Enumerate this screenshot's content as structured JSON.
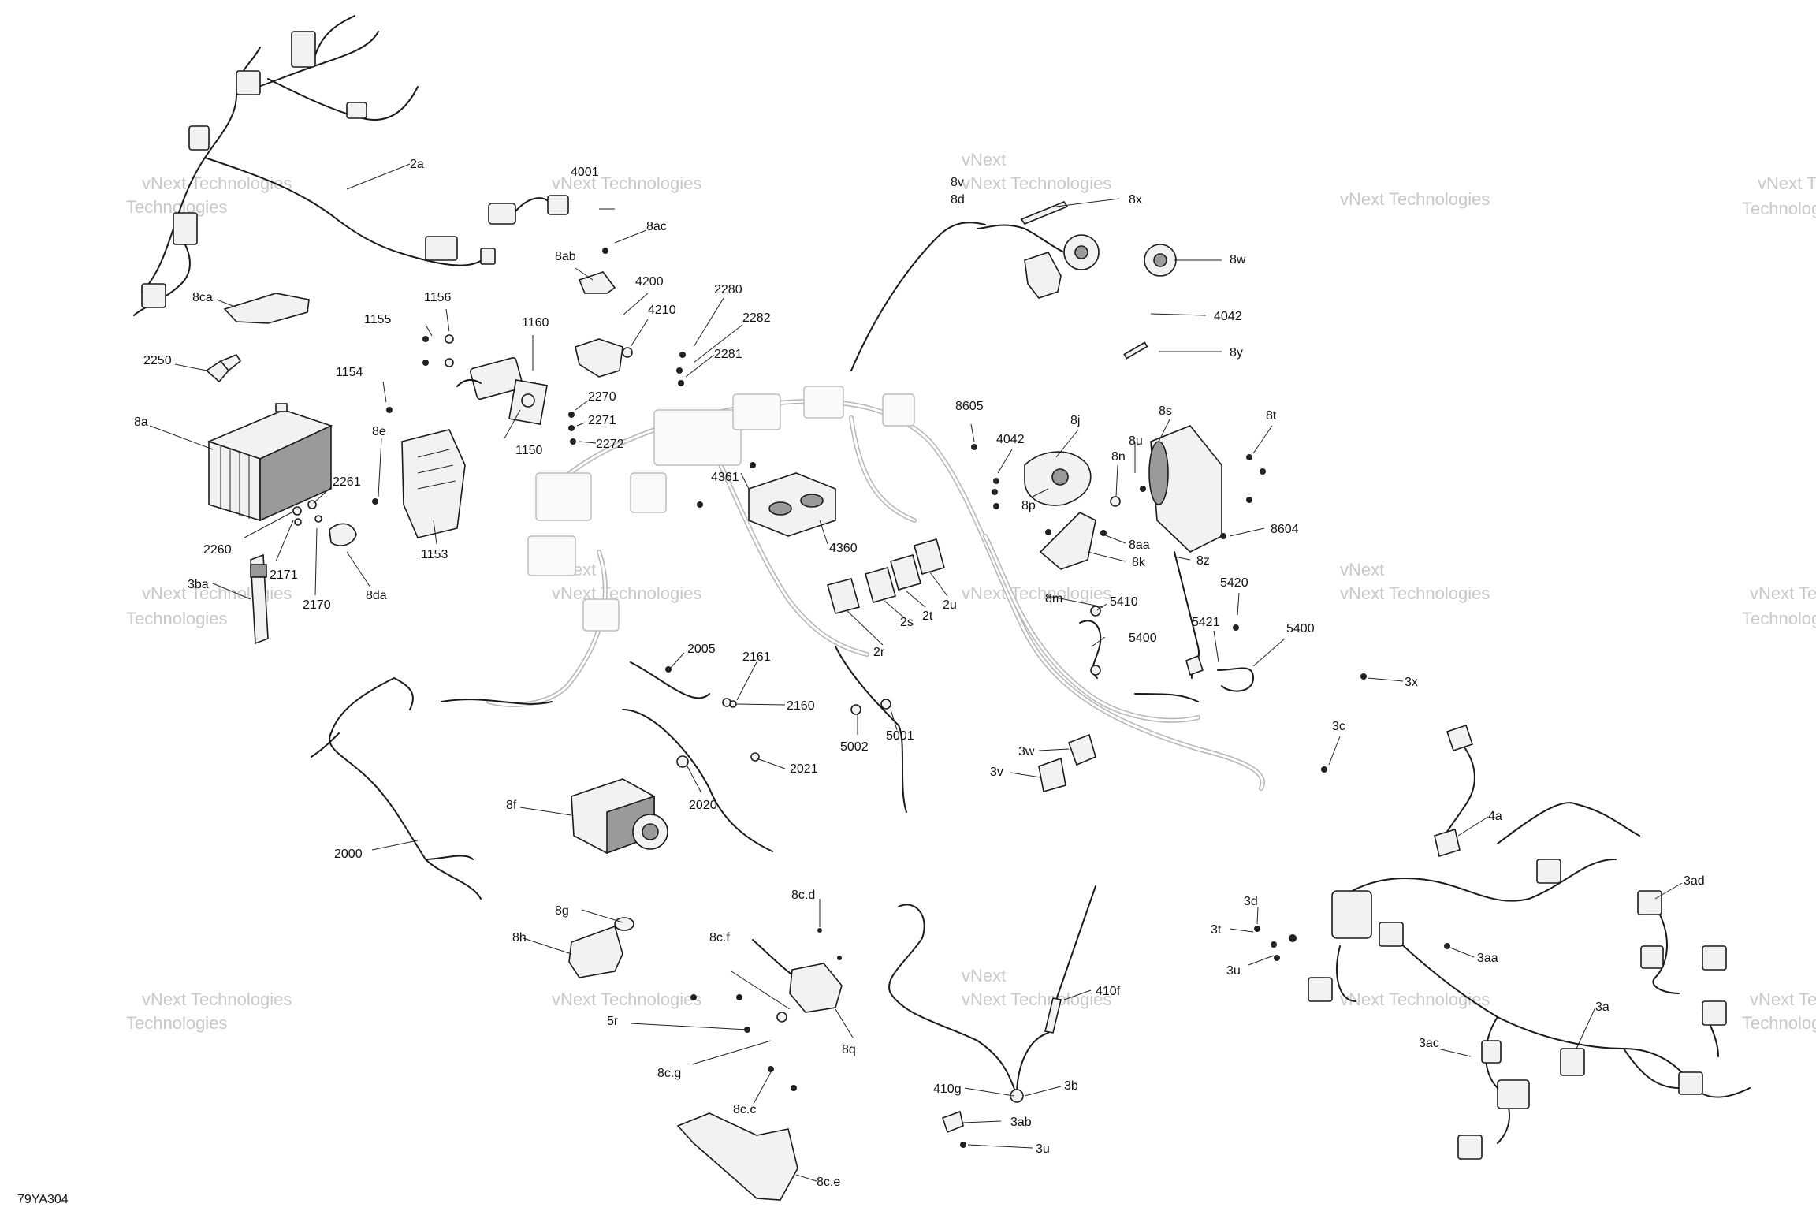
{
  "diagram_code": "79YA304",
  "watermark": {
    "line1": "vNext Technologies",
    "line2": "Technologies",
    "line3": "vNext"
  },
  "callouts": [
    {
      "id": "2a",
      "label": "2a"
    },
    {
      "id": "4001",
      "label": "4001"
    },
    {
      "id": "8ac",
      "label": "8ac"
    },
    {
      "id": "8ab",
      "label": "8ab"
    },
    {
      "id": "4200",
      "label": "4200"
    },
    {
      "id": "4210",
      "label": "4210"
    },
    {
      "id": "2280",
      "label": "2280"
    },
    {
      "id": "2282",
      "label": "2282"
    },
    {
      "id": "2281",
      "label": "2281"
    },
    {
      "id": "8ca",
      "label": "8ca"
    },
    {
      "id": "1156",
      "label": "1156"
    },
    {
      "id": "1155",
      "label": "1155"
    },
    {
      "id": "1160",
      "label": "1160"
    },
    {
      "id": "2250",
      "label": "2250"
    },
    {
      "id": "1154",
      "label": "1154"
    },
    {
      "id": "2270",
      "label": "2270"
    },
    {
      "id": "2271",
      "label": "2271"
    },
    {
      "id": "2272",
      "label": "2272"
    },
    {
      "id": "1150",
      "label": "1150"
    },
    {
      "id": "8a",
      "label": "8a"
    },
    {
      "id": "8e",
      "label": "8e"
    },
    {
      "id": "2261",
      "label": "2261"
    },
    {
      "id": "1153",
      "label": "1153"
    },
    {
      "id": "2260",
      "label": "2260"
    },
    {
      "id": "2171",
      "label": "2171"
    },
    {
      "id": "8da",
      "label": "8da"
    },
    {
      "id": "2170",
      "label": "2170"
    },
    {
      "id": "3ba",
      "label": "3ba"
    },
    {
      "id": "8v",
      "label": "8v"
    },
    {
      "id": "8d",
      "label": "8d"
    },
    {
      "id": "8x",
      "label": "8x"
    },
    {
      "id": "8w",
      "label": "8w"
    },
    {
      "id": "4042a",
      "label": "4042"
    },
    {
      "id": "8y",
      "label": "8y"
    },
    {
      "id": "8605",
      "label": "8605"
    },
    {
      "id": "4042b",
      "label": "4042"
    },
    {
      "id": "8j",
      "label": "8j"
    },
    {
      "id": "8s",
      "label": "8s"
    },
    {
      "id": "8t",
      "label": "8t"
    },
    {
      "id": "8u",
      "label": "8u"
    },
    {
      "id": "8n",
      "label": "8n"
    },
    {
      "id": "8p",
      "label": "8p"
    },
    {
      "id": "8604",
      "label": "8604"
    },
    {
      "id": "8aa",
      "label": "8aa"
    },
    {
      "id": "8k",
      "label": "8k"
    },
    {
      "id": "8z",
      "label": "8z"
    },
    {
      "id": "4361",
      "label": "4361"
    },
    {
      "id": "4360",
      "label": "4360"
    },
    {
      "id": "2u",
      "label": "2u"
    },
    {
      "id": "2t",
      "label": "2t"
    },
    {
      "id": "2s",
      "label": "2s"
    },
    {
      "id": "2r",
      "label": "2r"
    },
    {
      "id": "8m",
      "label": "8m"
    },
    {
      "id": "5410",
      "label": "5410"
    },
    {
      "id": "5420",
      "label": "5420"
    },
    {
      "id": "5421",
      "label": "5421"
    },
    {
      "id": "5400a",
      "label": "5400"
    },
    {
      "id": "5400b",
      "label": "5400"
    },
    {
      "id": "2005",
      "label": "2005"
    },
    {
      "id": "2161",
      "label": "2161"
    },
    {
      "id": "2160",
      "label": "2160"
    },
    {
      "id": "5002",
      "label": "5002"
    },
    {
      "id": "5001",
      "label": "5001"
    },
    {
      "id": "3x",
      "label": "3x"
    },
    {
      "id": "3c",
      "label": "3c"
    },
    {
      "id": "3w",
      "label": "3w"
    },
    {
      "id": "3v",
      "label": "3v"
    },
    {
      "id": "2021",
      "label": "2021"
    },
    {
      "id": "2020",
      "label": "2020"
    },
    {
      "id": "8f",
      "label": "8f"
    },
    {
      "id": "2000",
      "label": "2000"
    },
    {
      "id": "4a",
      "label": "4a"
    },
    {
      "id": "3ad",
      "label": "3ad"
    },
    {
      "id": "3d",
      "label": "3d"
    },
    {
      "id": "3t",
      "label": "3t"
    },
    {
      "id": "3u",
      "label": "3u"
    },
    {
      "id": "3aa",
      "label": "3aa"
    },
    {
      "id": "8g",
      "label": "8g"
    },
    {
      "id": "8h",
      "label": "8h"
    },
    {
      "id": "8cd",
      "label": "8c.d"
    },
    {
      "id": "8cf",
      "label": "8c.f"
    },
    {
      "id": "5r",
      "label": "5r"
    },
    {
      "id": "8q",
      "label": "8q"
    },
    {
      "id": "8cg",
      "label": "8c.g"
    },
    {
      "id": "8cc",
      "label": "8c.c"
    },
    {
      "id": "8ce",
      "label": "8c.e"
    },
    {
      "id": "410f",
      "label": "410f"
    },
    {
      "id": "410g",
      "label": "410g"
    },
    {
      "id": "3b",
      "label": "3b"
    },
    {
      "id": "3ab",
      "label": "3ab"
    },
    {
      "id": "3u2",
      "label": "3u"
    },
    {
      "id": "3a",
      "label": "3a"
    },
    {
      "id": "3ac",
      "label": "3ac"
    }
  ]
}
